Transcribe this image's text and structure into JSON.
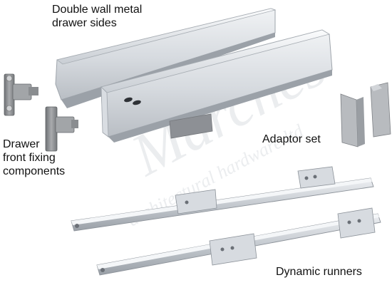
{
  "labels": {
    "drawer_sides": "Double wall metal\ndrawer sides",
    "front_fixing": "Drawer\nfront fixing\ncomponents",
    "adaptor_set": "Adaptor set",
    "runners": "Dynamic runners"
  },
  "watermark": {
    "brand": "Marches",
    "tagline": "architectural hardware ltd"
  },
  "colors": {
    "metal_light": "#e6e9ed",
    "metal_mid": "#c3c8ce",
    "metal_dark": "#8e949b",
    "runner": "#cfd3d8",
    "runner_dark": "#9aa0a7",
    "fixing": "#85878a",
    "watermark": "#dcdfe3"
  }
}
